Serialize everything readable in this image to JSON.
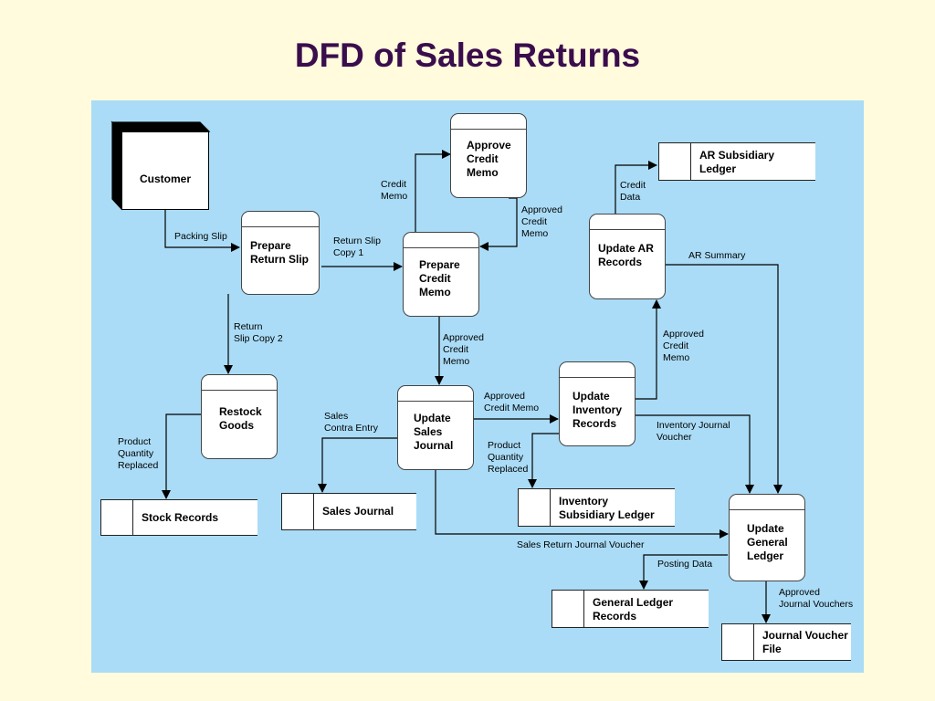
{
  "title": "DFD of Sales Returns",
  "entities": {
    "customer": "Customer"
  },
  "processes": {
    "prepare_return_slip": "Prepare\nReturn Slip",
    "approve_credit_memo": "Approve\nCredit\nMemo",
    "prepare_credit_memo": "Prepare\nCredit\nMemo",
    "restock_goods": "Restock\nGoods",
    "update_sales_journal": "Update\nSales\nJournal",
    "update_inventory_records": "Update\nInventory\nRecords",
    "update_ar_records": "Update AR\nRecords",
    "update_general_ledger": "Update\nGeneral\nLedger"
  },
  "data_stores": {
    "ar_subsidiary_ledger": "AR Subsidiary\nLedger",
    "stock_records": "Stock Records",
    "sales_journal": "Sales Journal",
    "inventory_subsidiary_ledger": "Inventory\nSubsidiary Ledger",
    "general_ledger_records": "General Ledger\nRecords",
    "journal_voucher_file": "Journal Voucher\nFile"
  },
  "flows": {
    "packing_slip": "Packing Slip",
    "credit_memo": "Credit\nMemo",
    "return_slip_copy_1": "Return Slip\nCopy 1",
    "approved_credit_memo_return": "Approved\nCredit\nMemo",
    "return_slip_copy_2": "Return\nSlip Copy 2",
    "approved_credit_memo_down": "Approved\nCredit\nMemo",
    "credit_data": "Credit\nData",
    "ar_summary": "AR Summary",
    "approved_credit_memo_up": "Approved\nCredit\nMemo",
    "approved_credit_memo_right": "Approved\nCredit Memo",
    "sales_contra_entry": "Sales\nContra Entry",
    "product_quantity_replaced_left": "Product\nQuantity\nReplaced",
    "product_quantity_replaced_mid": "Product\nQuantity\nReplaced",
    "inventory_journal_voucher": "Inventory Journal\nVoucher",
    "sales_return_journal_voucher": "Sales Return Journal Voucher",
    "posting_data": "Posting Data",
    "approved_journal_vouchers": "Approved\nJournal Vouchers"
  },
  "colors": {
    "slide_background": "#fffbdc",
    "diagram_background": "#aadcf7",
    "title": "#3a0d4d"
  }
}
